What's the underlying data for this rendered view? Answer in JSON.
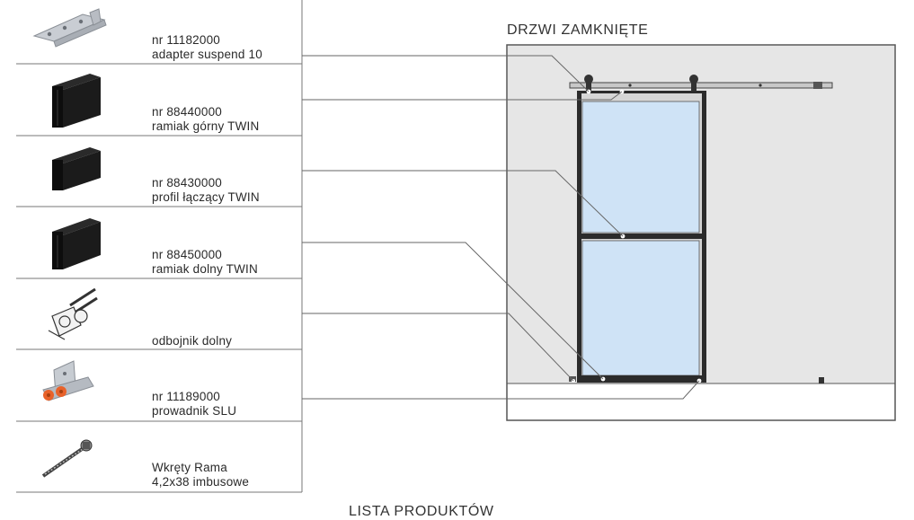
{
  "diagram_title": "DRZWI ZAMKNIĘTE",
  "footer_title": "LISTA PRODUKTÓW",
  "products": [
    {
      "number": "nr 11182000",
      "name": "adapter suspend 10",
      "icon": "adapter-bracket-icon"
    },
    {
      "number": "nr 88440000",
      "name": "ramiak górny TWIN",
      "icon": "top-rail-profile-icon"
    },
    {
      "number": "nr 88430000",
      "name": "profil łączący TWIN",
      "icon": "connecting-profile-icon"
    },
    {
      "number": "nr 88450000",
      "name": "ramiak dolny TWIN",
      "icon": "bottom-rail-profile-icon"
    },
    {
      "number": "",
      "name": "odbojnik dolny",
      "icon": "bottom-stopper-icon"
    },
    {
      "number": "nr 11189000",
      "name": "prowadnik SLU",
      "icon": "floor-guide-icon"
    },
    {
      "number": "Wkręty Rama",
      "name": "4,2x38 imbusowe",
      "icon": "screw-icon"
    }
  ],
  "colors": {
    "line": "#555555",
    "wall": "#e6e6e6",
    "glass": "#cfe3f6",
    "frame": "#2b2b2b",
    "profile": "#111111",
    "guide_orange": "#e8622a"
  }
}
